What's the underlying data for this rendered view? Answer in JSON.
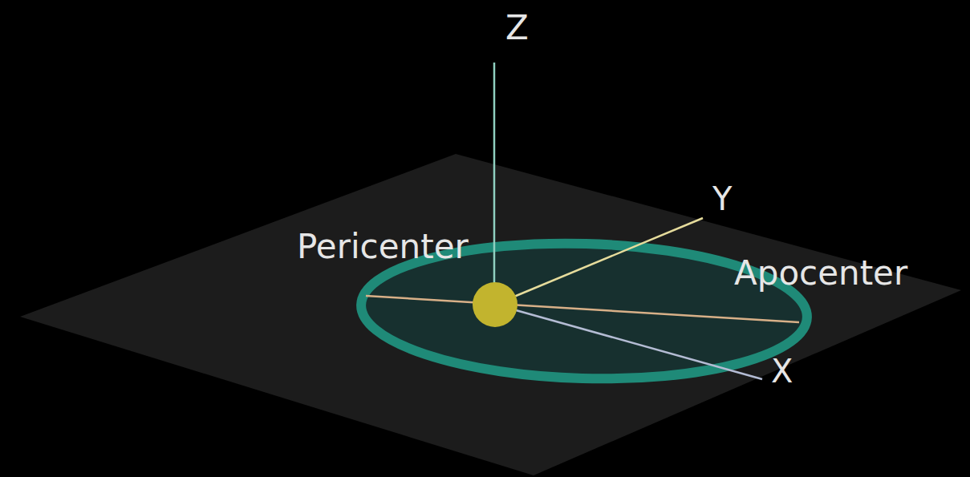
{
  "diagram": {
    "labels": [
      "Z",
      "Y",
      "X",
      "Pericenter",
      "Apocenter"
    ]
  }
}
